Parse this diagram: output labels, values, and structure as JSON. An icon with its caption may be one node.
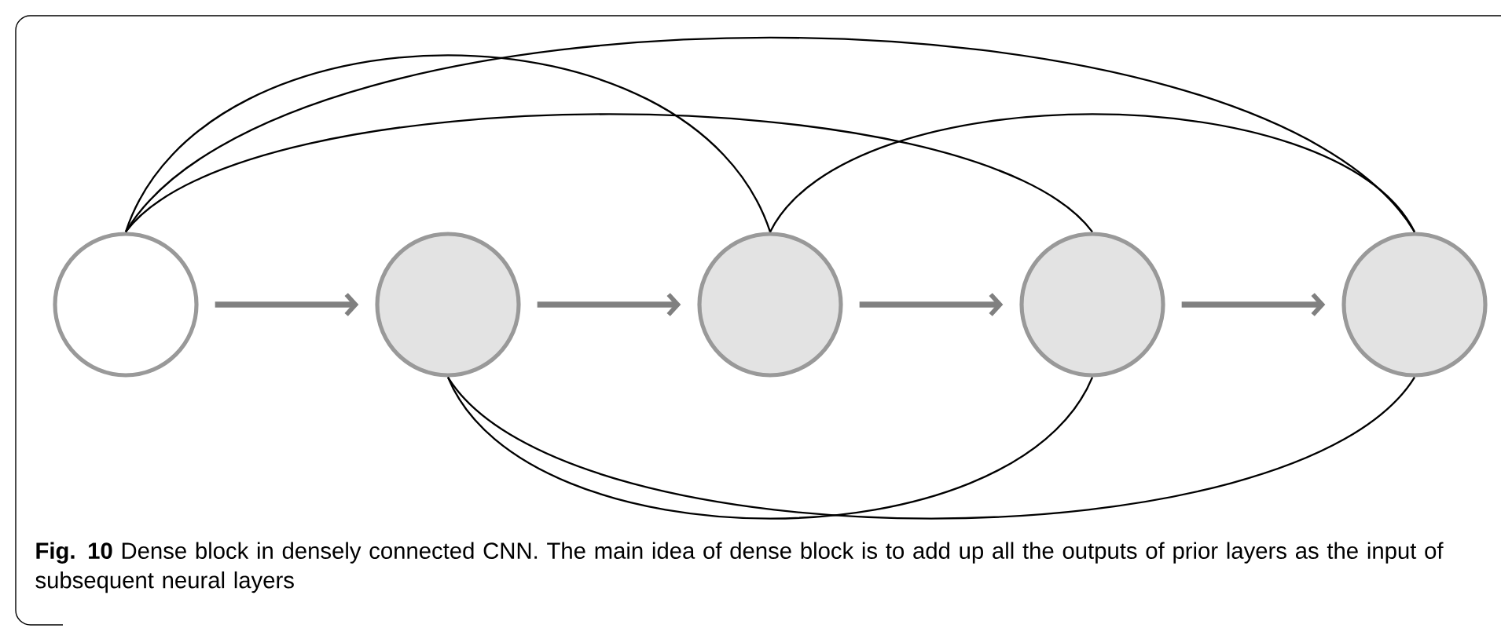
{
  "diagram": {
    "caption": "**Fig. 10**  Dense block in densely connected CNN. The main idea of dense block is to add up all the outputs of prior layers as the input of subsequent neural layers",
    "nodes": [
      {
        "text": [],
        "shape": "circle"
      },
      {
        "text": [],
        "shape": "circle"
      },
      {
        "text": [],
        "shape": "circle"
      },
      {
        "text": [],
        "shape": "circle"
      },
      {
        "text": [],
        "shape": "circle"
      }
    ],
    "edges": [
      {
        "from": 0,
        "to": 1,
        "arrow": "to",
        "style": "thick",
        "color": "#808080"
      },
      {
        "from": 1,
        "to": 2,
        "arrow": "to",
        "style": "thick",
        "color": "#808080"
      },
      {
        "from": 2,
        "to": 3,
        "arrow": "to",
        "style": "thick",
        "color": "#808080"
      },
      {
        "from": 3,
        "to": 4,
        "arrow": "to",
        "style": "thick",
        "color": "#808080"
      },
      {
        "from": 0,
        "to": 2,
        "arrow": "none"
      },
      {
        "from": 0,
        "to": 3,
        "arrow": "none"
      },
      {
        "from": 0,
        "to": 4,
        "arrow": "none"
      },
      {
        "from": 2,
        "to": 4,
        "arrow": "none"
      },
      {
        "from": 1,
        "to": 3,
        "arrow": "none"
      },
      {
        "from": 1,
        "to": 4,
        "arrow": "none"
      }
    ]
  }
}
